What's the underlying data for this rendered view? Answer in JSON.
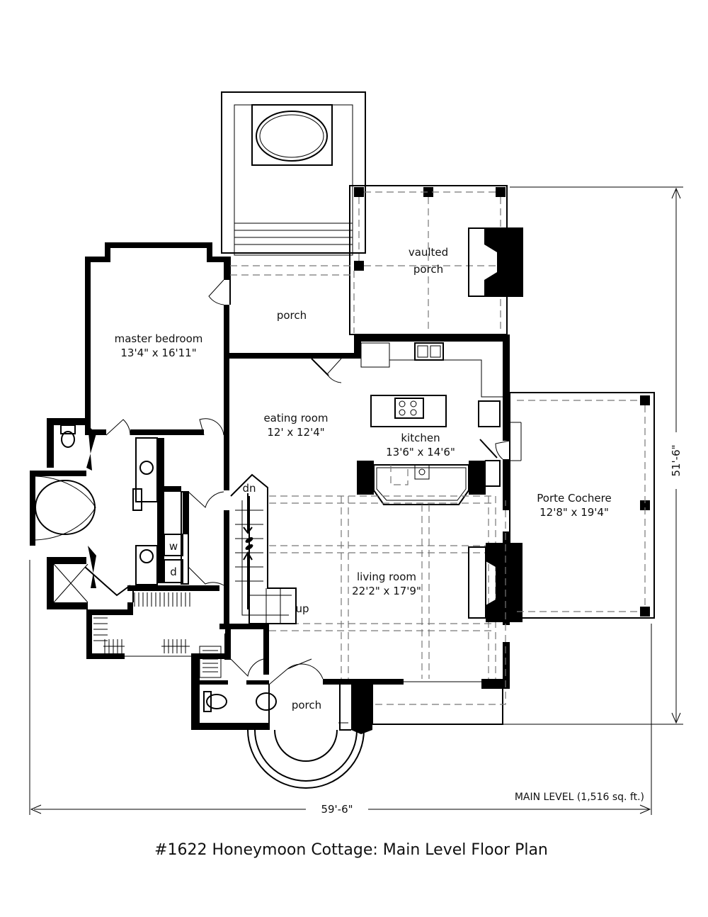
{
  "rooms": {
    "master_bedroom": {
      "name": "master bedroom",
      "size": "13'4\" x 16'11\""
    },
    "porch_rear": {
      "name": "porch"
    },
    "vaulted_porch": {
      "line1": "vaulted",
      "line2": "porch"
    },
    "eating_room": {
      "name": "eating room",
      "size": "12' x 12'4\""
    },
    "kitchen": {
      "name": "kitchen",
      "size": "13'6\" x 14'6\""
    },
    "porte_cochere": {
      "name": "Porte Cochere",
      "size": "12'8\" x 19'4\""
    },
    "living_room": {
      "name": "living room",
      "size": "22'2\" x 17'9\""
    },
    "porch_front": {
      "name": "porch"
    }
  },
  "fixtures": {
    "washer": "w",
    "dryer": "d"
  },
  "stairs": {
    "down": "dn",
    "up": "up"
  },
  "dimensions": {
    "width": "59'-6\"",
    "depth": "51'-6\""
  },
  "level_label": "MAIN LEVEL (1,516 sq. ft.)",
  "caption": "#1622 Honeymoon Cottage: Main Level Floor Plan"
}
